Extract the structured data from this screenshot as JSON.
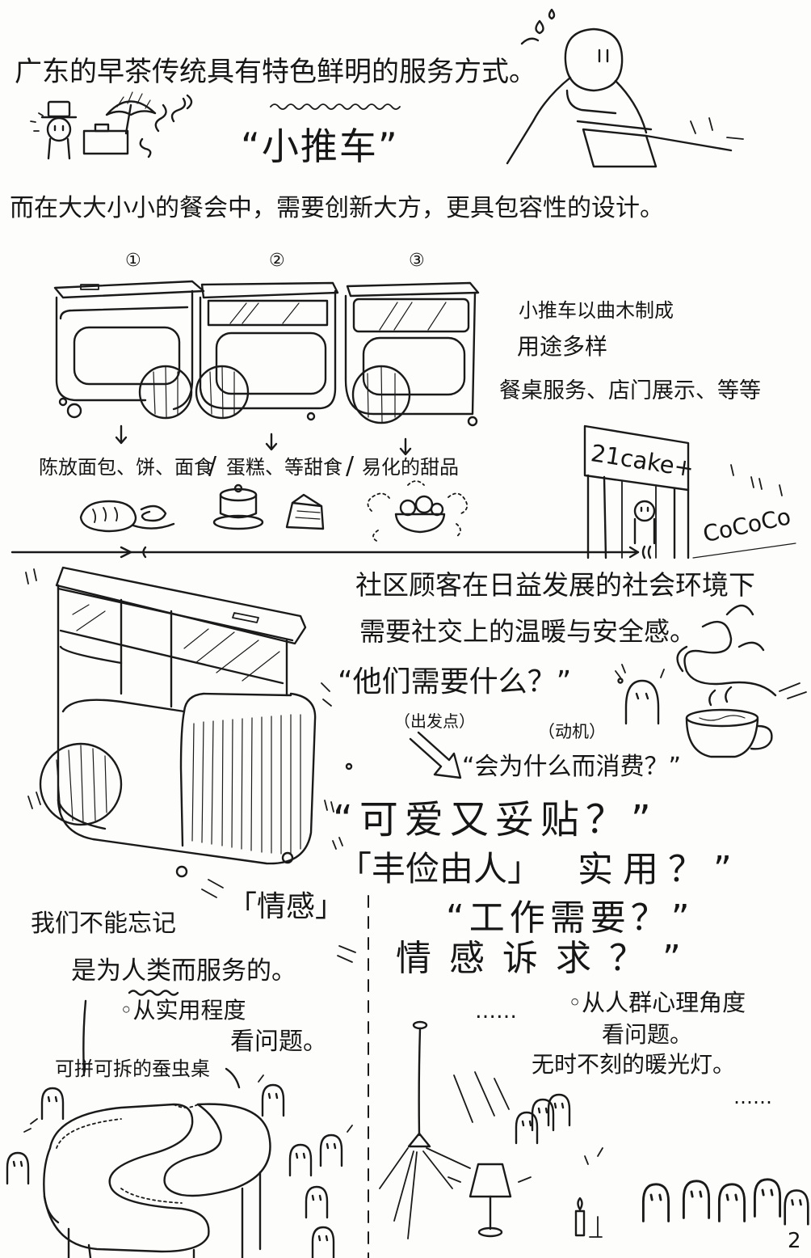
{
  "header": {
    "intro": "广东的早茶传统具有特色鲜明的服务方式。",
    "title": "“小推车”"
  },
  "subtitle": "而在大大小小的餐会中，需要创新大方，更具包容性的设计。",
  "carts": {
    "numbers": [
      "①",
      "②",
      "③"
    ],
    "notes": [
      "小推车以曲木制成",
      "用途多样",
      "餐桌服务、店门展示、等等"
    ],
    "uses": [
      "陈放面包、饼、面食",
      "蛋糕、等甜食",
      "易化的甜品"
    ],
    "separator": "/"
  },
  "shop": {
    "sign": "21cake+",
    "sound": "CoCoCo"
  },
  "context": {
    "line1": "社区顾客在日益发展的社会环境下",
    "line2": "需要社交上的温暖与安全感。",
    "question": "“他们需要什么？”",
    "question_note": "（出发点）",
    "motive_note": "（动机）",
    "motive": "“会为什么而消费？”"
  },
  "options": {
    "cute": "“可爱又妥贴？”",
    "budget": "「丰俭由人」",
    "practical": "实用？”",
    "work": "“工作需要？”",
    "emotion": "情感诉求？”"
  },
  "left_note": {
    "line1": "我们不能忘记",
    "emotion": "「情感」",
    "line2": "是为人类而服务的。",
    "line3": "◦从实用程度",
    "line4": "看问题。",
    "table_label": "可拼可拆的蚕虫桌"
  },
  "right_note": {
    "dots_before": "……",
    "line1": "◦从人群心理角度",
    "line2": "看问题。",
    "line3": "无时不刻的暖光灯。",
    "dots_after": "……"
  },
  "page_number": "2"
}
